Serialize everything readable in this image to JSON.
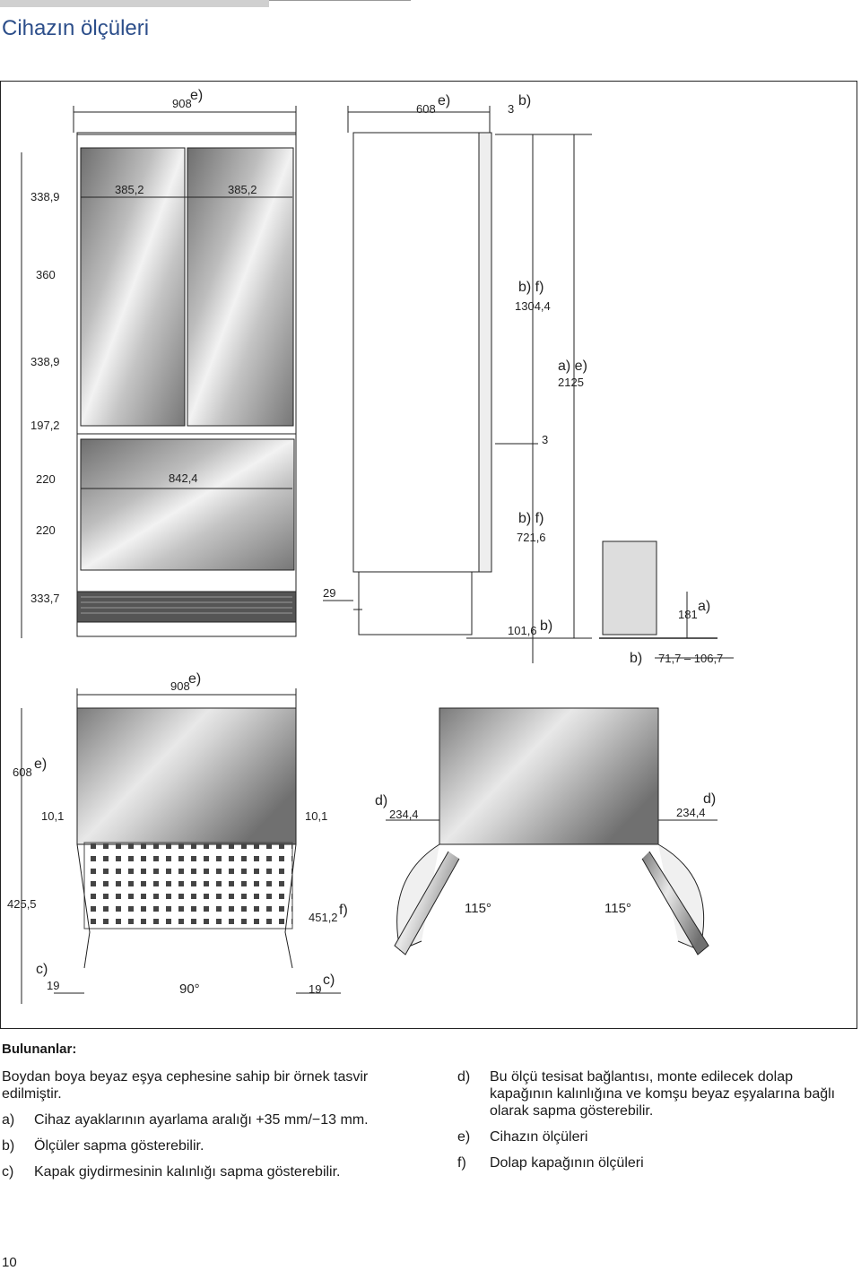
{
  "header": {
    "title": "Cihazın ölçüleri"
  },
  "dims": {
    "top_width": "908",
    "side_depth": "608",
    "gap_3": "3",
    "h1": "338,9",
    "h2": "360",
    "h3": "338,9",
    "h4": "197,2",
    "h5": "220",
    "h6": "220",
    "h7": "333,7",
    "door_w1": "385,2",
    "door_w2": "385,2",
    "drawer_w": "842,4",
    "upper_h": "1304,4",
    "total_h": "2125",
    "lower_h": "721,6",
    "base_h": "101,6",
    "toe": "29",
    "gap_mid": "3",
    "plinth": "181",
    "plinth_range": "71,7 – 106,7",
    "plan_width": "908",
    "plan_depth": "608",
    "inset_l": "10,1",
    "inset_r": "10,1",
    "door_l": "234,4",
    "door_r": "234,4",
    "swing": "425,5",
    "swing2": "451,2",
    "angle1": "115°",
    "angle2": "115°",
    "angle90": "90°",
    "clr_l": "19",
    "clr_r": "19"
  },
  "labels": {
    "e": "e)",
    "b": "b)",
    "f": "f)",
    "a": "a)",
    "c": "c)",
    "d": "d)",
    "bf": "b) f)",
    "ae": "a) e)"
  },
  "notes": {
    "heading": "Bulunanlar:",
    "intro": "Boydan boya beyaz eşya cephesine sahip bir örnek tasvir edilmiştir.",
    "left": [
      {
        "key": "a)",
        "text": "Cihaz ayaklarının ayarlama aralığı +35 mm/−13 mm."
      },
      {
        "key": "b)",
        "text": "Ölçüler sapma gösterebilir."
      },
      {
        "key": "c)",
        "text": "Kapak giydirmesinin kalınlığı sapma gösterebilir."
      }
    ],
    "right": [
      {
        "key": "d)",
        "text": "Bu ölçü tesisat bağlantısı, monte edilecek dolap kapağının kalınlığına ve komşu beyaz eşyalarına bağlı olarak sapma gösterebilir."
      },
      {
        "key": "e)",
        "text": "Cihazın ölçüleri"
      },
      {
        "key": "f)",
        "text": "Dolap kapağının ölçüleri"
      }
    ]
  },
  "footer": {
    "page_number": "10"
  }
}
